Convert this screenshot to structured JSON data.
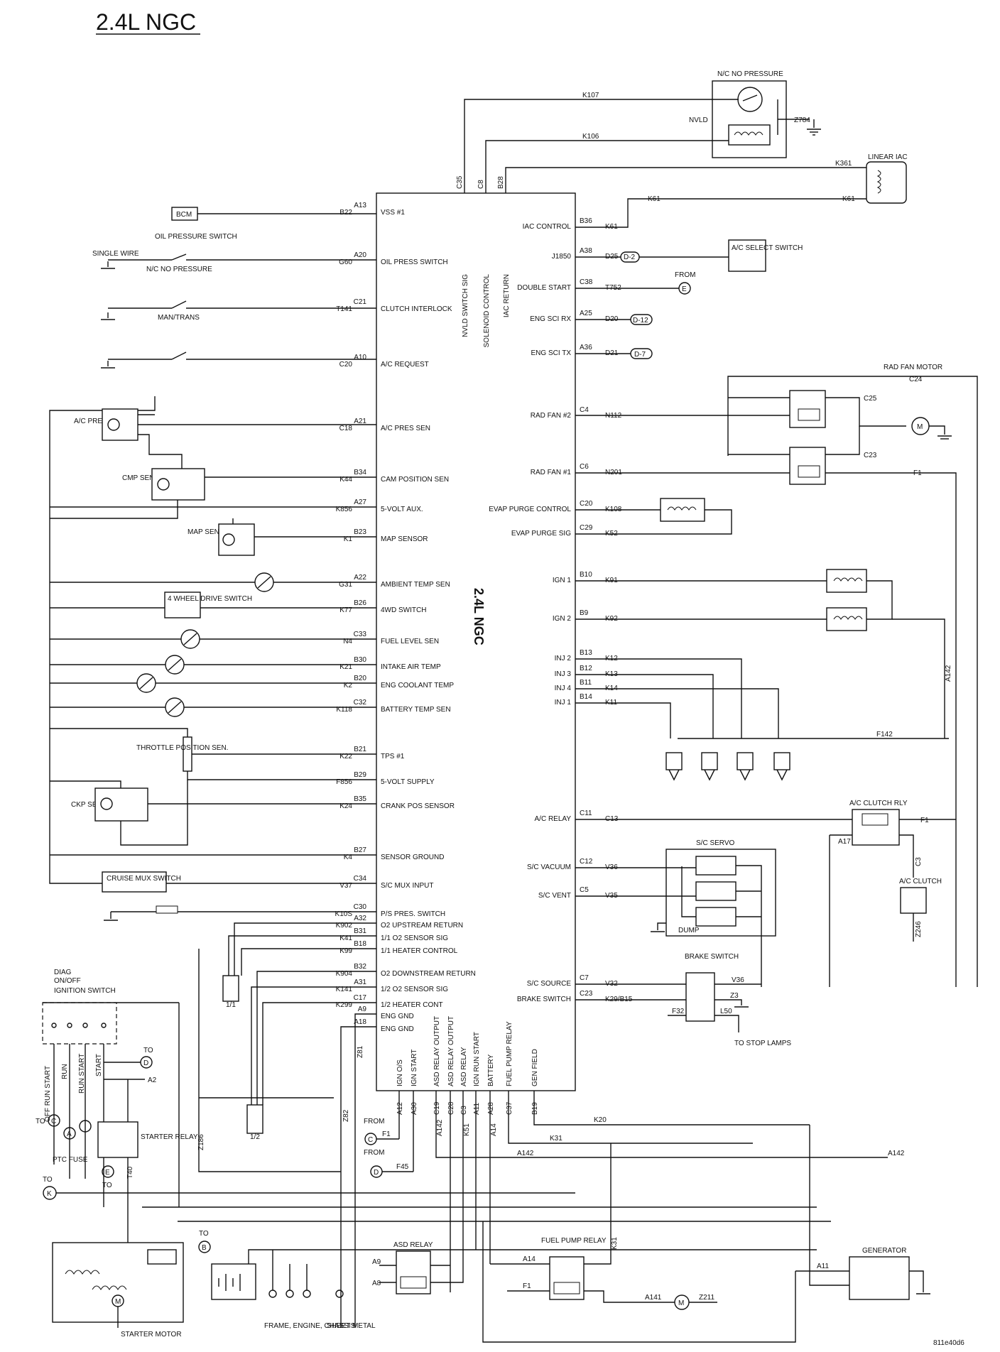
{
  "title": "2.4L NGC",
  "pcm": {
    "name": "2.4L NGC",
    "left_pins": [
      {
        "pin": "A13",
        "label": "VSS #1",
        "wire": "B22",
        "device": "BCM"
      },
      {
        "pin": "A20",
        "label": "OIL PRESS SWITCH",
        "wire": "G60",
        "device": "OIL PRESSURE SWITCH"
      },
      {
        "pin": "C21",
        "label": "CLUTCH INTERLOCK",
        "wire": "T141",
        "device": "MAN/TRANS"
      },
      {
        "pin": "A10",
        "label": "A/C REQUEST",
        "wire": "C20",
        "device": ""
      },
      {
        "pin": "A21",
        "label": "A/C PRES SEN",
        "wire": "C18",
        "device": "A/C PRES."
      },
      {
        "pin": "B34",
        "label": "CAM POSITION SEN",
        "wire": "K44",
        "device": "CMP SEN."
      },
      {
        "pin": "A27",
        "label": "5-VOLT AUX.",
        "wire": "K856",
        "device": ""
      },
      {
        "pin": "B23",
        "label": "MAP SENSOR",
        "wire": "K1",
        "device": "MAP SEN."
      },
      {
        "pin": "A22",
        "label": "AMBIENT TEMP SEN",
        "wire": "G31",
        "device": ""
      },
      {
        "pin": "B26",
        "label": "4WD SWITCH",
        "wire": "K77",
        "device": "4 WHEEL DRIVE SWITCH"
      },
      {
        "pin": "C33",
        "label": "FUEL LEVEL SEN",
        "wire": "N4",
        "device": ""
      },
      {
        "pin": "B30",
        "label": "INTAKE AIR TEMP",
        "wire": "K21",
        "device": ""
      },
      {
        "pin": "B20",
        "label": "ENG COOLANT TEMP",
        "wire": "K2",
        "device": ""
      },
      {
        "pin": "C32",
        "label": "BATTERY TEMP SEN",
        "wire": "K118",
        "device": ""
      },
      {
        "pin": "B21",
        "label": "TPS #1",
        "wire": "K22",
        "device": "THROTTLE POSITION SEN."
      },
      {
        "pin": "B29",
        "label": "5-VOLT SUPPLY",
        "wire": "F856",
        "device": ""
      },
      {
        "pin": "B35",
        "label": "CRANK POS SENSOR",
        "wire": "K24",
        "device": "CKP SEN."
      },
      {
        "pin": "B27",
        "label": "SENSOR GROUND",
        "wire": "K4",
        "device": ""
      },
      {
        "pin": "C34",
        "label": "S/C MUX INPUT",
        "wire": "V37",
        "device": "CRUISE MUX SWITCH"
      },
      {
        "pin": "C30",
        "label": "P/S PRES. SWITCH",
        "wire": "K10S",
        "device": ""
      },
      {
        "pin": "A32",
        "label": "O2 UPSTREAM RETURN",
        "wire": "K902",
        "device": ""
      },
      {
        "pin": "B31",
        "label": "1/1 O2 SENSOR SIG",
        "wire": "K41",
        "device": ""
      },
      {
        "pin": "B18",
        "label": "1/1 HEATER CONTROL",
        "wire": "K99",
        "device": ""
      },
      {
        "pin": "B32",
        "label": "O2 DOWNSTREAM RETURN",
        "wire": "K904",
        "device": ""
      },
      {
        "pin": "A31",
        "label": "1/2 O2 SENSOR SIG",
        "wire": "K141",
        "device": ""
      },
      {
        "pin": "C17",
        "label": "1/2 HEATER CONT",
        "wire": "K299",
        "device": ""
      },
      {
        "pin": "A9",
        "label": "ENG GND",
        "wire": "",
        "device": ""
      },
      {
        "pin": "A18",
        "label": "ENG GND",
        "wire": "",
        "device": ""
      }
    ],
    "right_pins": [
      {
        "pin": "B36",
        "label": "IAC CONTROL",
        "wire": "K61"
      },
      {
        "pin": "A38",
        "label": "J1850",
        "wire": "D25"
      },
      {
        "pin": "C38",
        "label": "DOUBLE START",
        "wire": "T752"
      },
      {
        "pin": "A25",
        "label": "ENG SCI RX",
        "wire": "D20"
      },
      {
        "pin": "A36",
        "label": "ENG SCI TX",
        "wire": "D21"
      },
      {
        "pin": "C4",
        "label": "RAD FAN #2",
        "wire": "N112"
      },
      {
        "pin": "C6",
        "label": "RAD FAN #1",
        "wire": "N201"
      },
      {
        "pin": "C20",
        "label": "EVAP PURGE CONTROL",
        "wire": "K108"
      },
      {
        "pin": "C29",
        "label": "EVAP PURGE SIG",
        "wire": "K52"
      },
      {
        "pin": "B10",
        "label": "IGN 1",
        "wire": "K91"
      },
      {
        "pin": "B9",
        "label": "IGN 2",
        "wire": "K92"
      },
      {
        "pin": "B13",
        "label": "INJ 2",
        "wire": "K12"
      },
      {
        "pin": "B12",
        "label": "INJ 3",
        "wire": "K13"
      },
      {
        "pin": "B11",
        "label": "INJ 4",
        "wire": "K14"
      },
      {
        "pin": "B14",
        "label": "INJ 1",
        "wire": "K11"
      },
      {
        "pin": "C11",
        "label": "A/C RELAY",
        "wire": "C13"
      },
      {
        "pin": "C12",
        "label": "S/C VACUUM",
        "wire": "V36"
      },
      {
        "pin": "C5",
        "label": "S/C VENT",
        "wire": "V35"
      },
      {
        "pin": "C7",
        "label": "S/C SOURCE",
        "wire": "V32"
      },
      {
        "pin": "C23",
        "label": "BRAKE SWITCH",
        "wire": "K29/B15"
      }
    ],
    "top_pins": [
      {
        "pin": "C35",
        "label": "NVLD SWITCH SIG",
        "wire": "K107"
      },
      {
        "pin": "C8",
        "label": "SOLENOID CONTROL",
        "wire": "K106"
      },
      {
        "pin": "B28",
        "label": "IAC RETURN",
        "wire": "K361"
      }
    ],
    "bottom_pins": [
      {
        "pin": "A12",
        "label": "IGN O/S",
        "wire": ""
      },
      {
        "pin": "A30",
        "label": "IGN START",
        "wire": ""
      },
      {
        "pin": "C19",
        "label": "ASD RELAY OUTPUT",
        "wire": "A142"
      },
      {
        "pin": "C28",
        "label": "ASD RELAY OUTPUT",
        "wire": ""
      },
      {
        "pin": "C3",
        "label": "ASD RELAY",
        "wire": "K51"
      },
      {
        "pin": "A11",
        "label": "IGN RUN START",
        "wire": "F1"
      },
      {
        "pin": "A28",
        "label": "BATTERY",
        "wire": "A14"
      },
      {
        "pin": "C37",
        "label": "FUEL PUMP RELAY",
        "wire": ""
      },
      {
        "pin": "B19",
        "label": "GEN FIELD",
        "wire": ""
      }
    ]
  },
  "components": {
    "nvld": "NVLD",
    "nc_no_pressure": "N/C NO PRESSURE",
    "linear_iac": "LINEAR IAC",
    "ac_select_switch": "A/C SELECT SWITCH",
    "rad_fan_motor": "RAD FAN MOTOR",
    "ac_clutch_rly": "A/C CLUTCH RLY",
    "ac_clutch": "A/C CLUTCH",
    "sc_servo": "S/C SERVO",
    "dump": "DUMP",
    "brake_switch": "BRAKE SWITCH",
    "to_stop_lamps": "TO STOP LAMPS",
    "single_wire": "SINGLE WIRE",
    "oil_nc": "N/C NO PRESSURE",
    "diag": "DIAG",
    "on_off": "ON/OFF",
    "ignition_switch": "IGNITION SWITCH",
    "off_run_start": "OFF RUN START",
    "run": "RUN",
    "run_start": "RUN START",
    "start": "START",
    "starter_relay": "STARTER RELAY",
    "ptc_fuse": "PTC FUSE",
    "starter_motor": "STARTER MOTOR",
    "frame_engine_chassis": "FRAME, ENGINE, CHASSIS",
    "sheet_metal": "SHEET METAL",
    "asd_relay": "ASD RELAY",
    "fuel_pump_relay": "FUEL PUMP RELAY",
    "generator": "GENERATOR",
    "from": "FROM",
    "to": "TO",
    "o2_11": "1/1",
    "o2_12": "1/2"
  },
  "wires": {
    "z784": "Z784",
    "c24": "C24",
    "c25": "C25",
    "c23": "C23",
    "f1": "F1",
    "a142": "A142",
    "f142": "F142",
    "z3": "Z3",
    "v36b": "V36",
    "f32": "F32",
    "l50": "L50",
    "a17": "A17",
    "c3": "C3",
    "z246": "Z246",
    "k20": "K20",
    "k31": "K31",
    "a14": "A14",
    "a9": "A9",
    "a8": "A8",
    "a141": "A141",
    "z211": "Z211",
    "a11": "A11",
    "z186": "Z186",
    "z82": "Z82",
    "z81": "Z81",
    "f45": "F45",
    "a2": "A2",
    "t40": "T40",
    "d2": "D-2",
    "d12": "D-12",
    "d7": "D-7",
    "e": "E",
    "c": "C",
    "d": "D",
    "k": "K",
    "b": "B"
  },
  "footer_code": "811e40d6"
}
